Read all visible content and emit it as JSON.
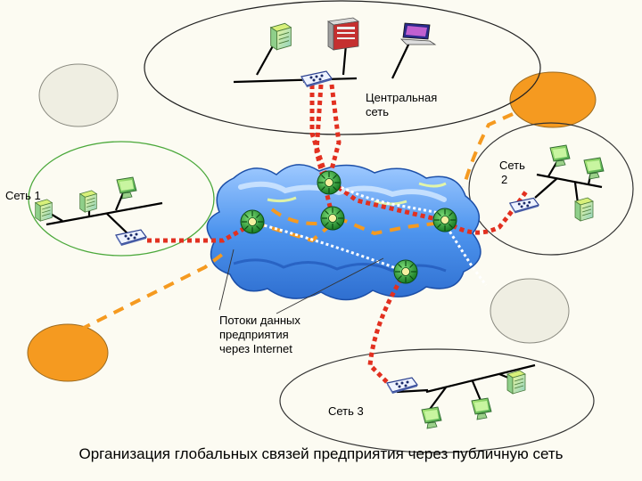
{
  "caption": "Организация глобальных связей предприятия через публичную сеть",
  "networks": {
    "central": "Центральная сеть",
    "central_line1": "Центральная",
    "central_line2": "сеть",
    "net1": "Сеть 1",
    "net2_line1": "Сеть",
    "net2_line2": "2",
    "net3": "Сеть 3"
  },
  "annotation": {
    "line1": "Потоки данных",
    "line2": "предприятия",
    "line3": "через Internet"
  },
  "colors": {
    "background": "#fcfbf2",
    "cloud": "#5aa0ef",
    "router": "#1e9a2e",
    "private_flow": "#e23020",
    "public_flow": "#f59a20",
    "remote_site": "#f59a20",
    "empty_site": "#efeee2"
  },
  "icons": [
    "server-icon",
    "laptop-icon",
    "workstation-icon",
    "monitor-icon",
    "switch-icon",
    "router-icon",
    "internet-cloud-icon"
  ]
}
